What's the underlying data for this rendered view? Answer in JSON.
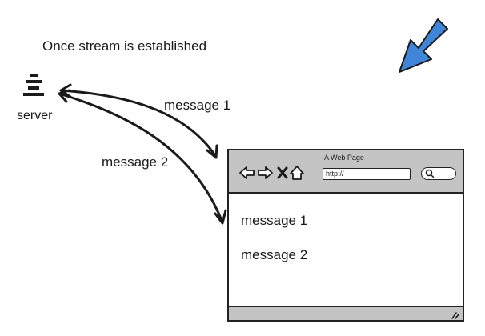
{
  "heading": "Once stream is established",
  "server": {
    "label": "server",
    "icon": "server-icon"
  },
  "arrows": [
    {
      "label": "message 1"
    },
    {
      "label": "message 2"
    }
  ],
  "pointer": {
    "icon": "blue-arrow-icon",
    "color": "#3f86d8"
  },
  "browser": {
    "page_title": "A Web Page",
    "url": "http://",
    "nav_icons": [
      "back-icon",
      "forward-icon",
      "stop-icon",
      "home-icon"
    ],
    "search_icon": "search-icon",
    "content": [
      "message 1",
      "message 2"
    ],
    "resize_icon": "resize-grip-icon"
  }
}
